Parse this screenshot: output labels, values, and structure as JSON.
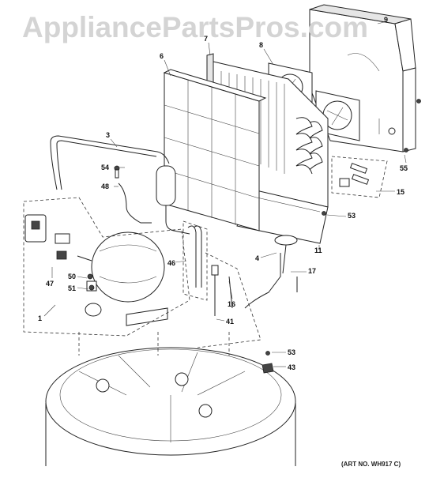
{
  "watermark": "AppliancePartsPros.com",
  "art_number": "(ART NO. WH917 C)",
  "callouts": [
    {
      "id": "c1",
      "label": "1"
    },
    {
      "id": "c3",
      "label": "3"
    },
    {
      "id": "c4",
      "label": "4"
    },
    {
      "id": "c6",
      "label": "6"
    },
    {
      "id": "c7",
      "label": "7"
    },
    {
      "id": "c8",
      "label": "8"
    },
    {
      "id": "c9",
      "label": "9"
    },
    {
      "id": "c11",
      "label": "11"
    },
    {
      "id": "c15",
      "label": "15"
    },
    {
      "id": "c16",
      "label": "16"
    },
    {
      "id": "c17",
      "label": "17"
    },
    {
      "id": "c41",
      "label": "41"
    },
    {
      "id": "c43",
      "label": "43"
    },
    {
      "id": "c46",
      "label": "46"
    },
    {
      "id": "c47",
      "label": "47"
    },
    {
      "id": "c48",
      "label": "48"
    },
    {
      "id": "c50",
      "label": "50"
    },
    {
      "id": "c51",
      "label": "51"
    },
    {
      "id": "c53a",
      "label": "53"
    },
    {
      "id": "c53b",
      "label": "53"
    },
    {
      "id": "c54",
      "label": "54"
    },
    {
      "id": "c55",
      "label": "55"
    }
  ]
}
